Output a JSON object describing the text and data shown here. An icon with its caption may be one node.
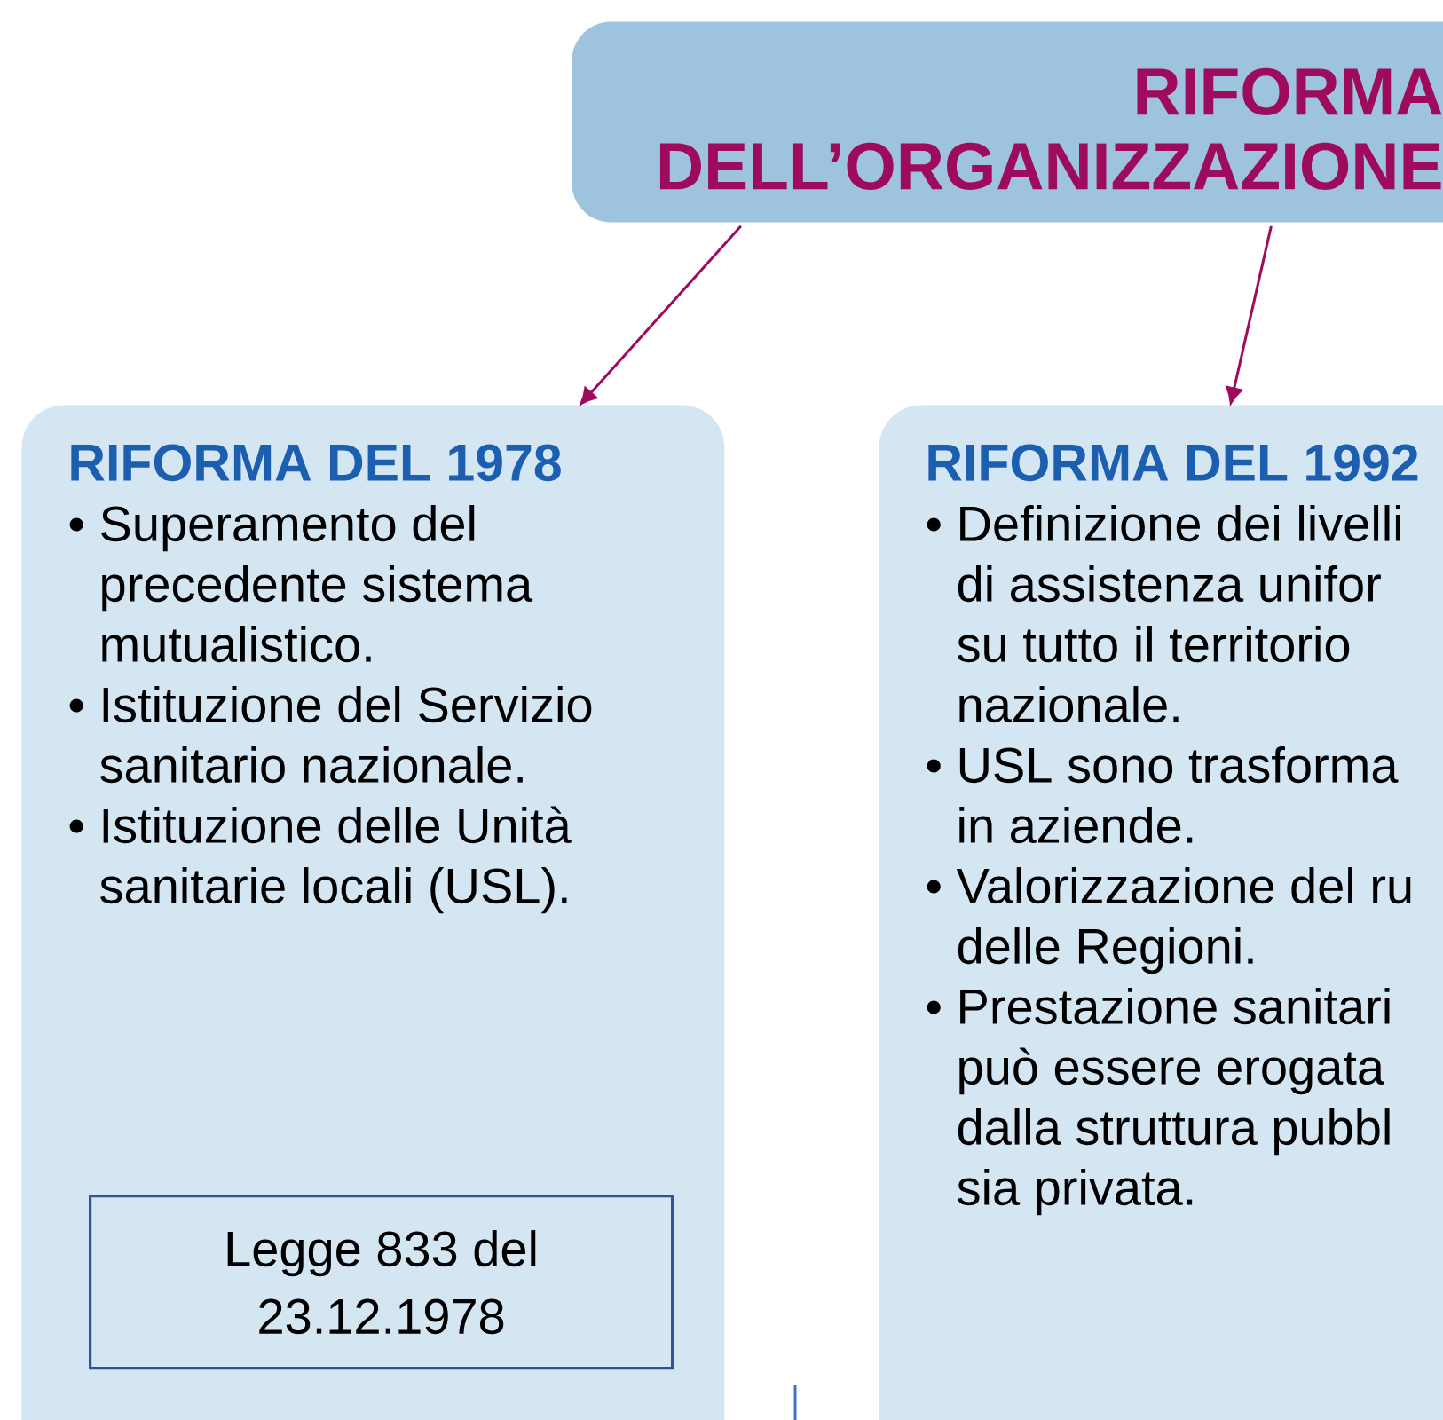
{
  "diagram": {
    "nodes": [
      {
        "text": [
          "RIFORMA DELL’ORGANIZZAZIONE"
        ]
      },
      {
        "text": [
          "RIFORMA DEL 1978",
          "• Superamento del precedente sistema mutualistico.",
          "• Istituzione del Servizio sanitario nazionale.",
          "• Istituzione delle Unità sanitarie locali (USL)."
        ]
      },
      {
        "text": [
          "Legge 833 del 23.12.1978"
        ],
        "in": 1
      },
      {
        "text": [
          "RIFORMA DEL 1992",
          "• Definizione dei livelli di assistenza unifor su tutto il territorio nazionale.",
          "• USL sono trasforma in aziende.",
          "• Valorizzazione del ru delle Regioni.",
          "• Prestazione sanitari può essere erogata dalla struttura pubbl sia privata."
        ]
      }
    ],
    "edges": [
      {
        "from": 0,
        "to": 1,
        "arrow": "to"
      },
      {
        "from": 0,
        "to": 3,
        "arrow": "to"
      }
    ]
  }
}
